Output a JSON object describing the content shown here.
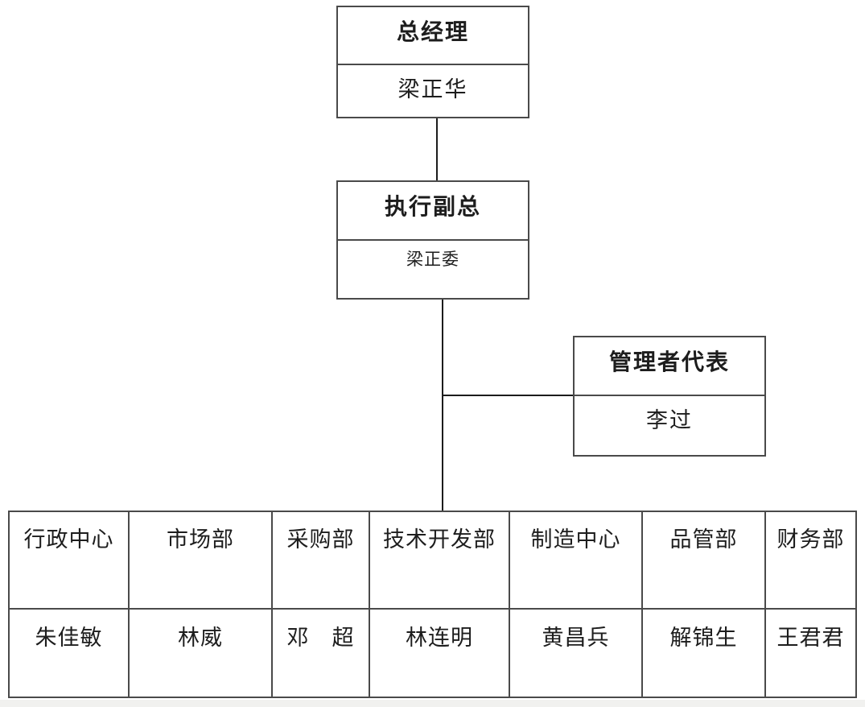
{
  "nodes": [
    {
      "title": "总经理",
      "name": "梁正华"
    },
    {
      "title": "执行副总",
      "name": "梁正委"
    },
    {
      "title": "管理者代表",
      "name": "李过"
    }
  ],
  "departments": [
    {
      "dept": "行政中心",
      "head": "朱佳敏"
    },
    {
      "dept": "市场部",
      "head": "林威"
    },
    {
      "dept": "采购部",
      "head": "邓　超"
    },
    {
      "dept": "技术开发部",
      "head": "林连明"
    },
    {
      "dept": "制造中心",
      "head": "黄昌兵"
    },
    {
      "dept": "品管部",
      "head": "解锦生"
    },
    {
      "dept": "财务部",
      "head": "王君君"
    }
  ],
  "colors": {
    "background": "#ffffff",
    "box_border": "#4a4a4a",
    "connector": "#1c1c1c",
    "footer_strip": "#f1f1ef"
  }
}
